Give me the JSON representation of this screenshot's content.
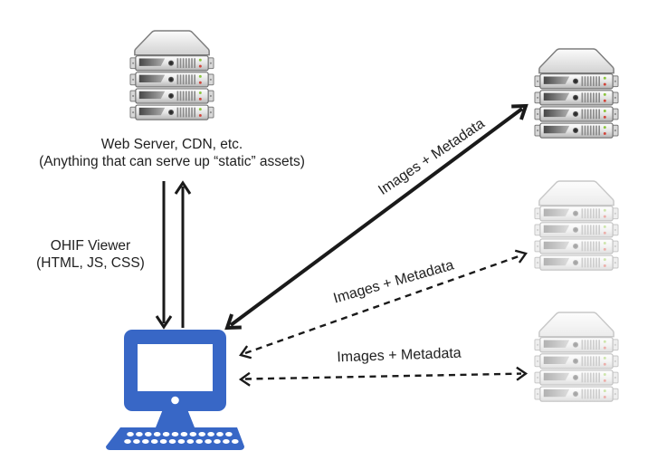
{
  "colors": {
    "background": "#ffffff",
    "arrow": "#1a1a1a",
    "text": "#212121",
    "computer_blue": "#3867C6",
    "server_gray": "#d2d2d2",
    "led_green": "#8bc53f",
    "led_red": "#d2453b"
  },
  "nodes": {
    "web_server": {
      "icon": "server-stack-icon",
      "line1": "Web Server, CDN, etc.",
      "line2": "(Anything that can serve up “static” assets)"
    },
    "client_computer": {
      "icon": "computer-icon"
    },
    "archive_primary": {
      "icon": "server-stack-icon",
      "faded": false
    },
    "archive_secondary": {
      "icon": "server-stack-icon",
      "faded": true
    },
    "archive_tertiary": {
      "icon": "server-stack-icon",
      "faded": true
    }
  },
  "edges": {
    "ohif_viewer": {
      "line1": "OHIF Viewer",
      "line2": "(HTML, JS, CSS)",
      "style": "two solid vertical arrows (down and up)"
    },
    "images_primary": {
      "label": "Images + Metadata",
      "style": "solid double-headed diagonal"
    },
    "images_secondary": {
      "label": "Images + Metadata",
      "style": "dashed double-headed diagonal"
    },
    "images_tertiary": {
      "label": "Images + Metadata",
      "style": "dashed double-headed horizontal"
    }
  }
}
